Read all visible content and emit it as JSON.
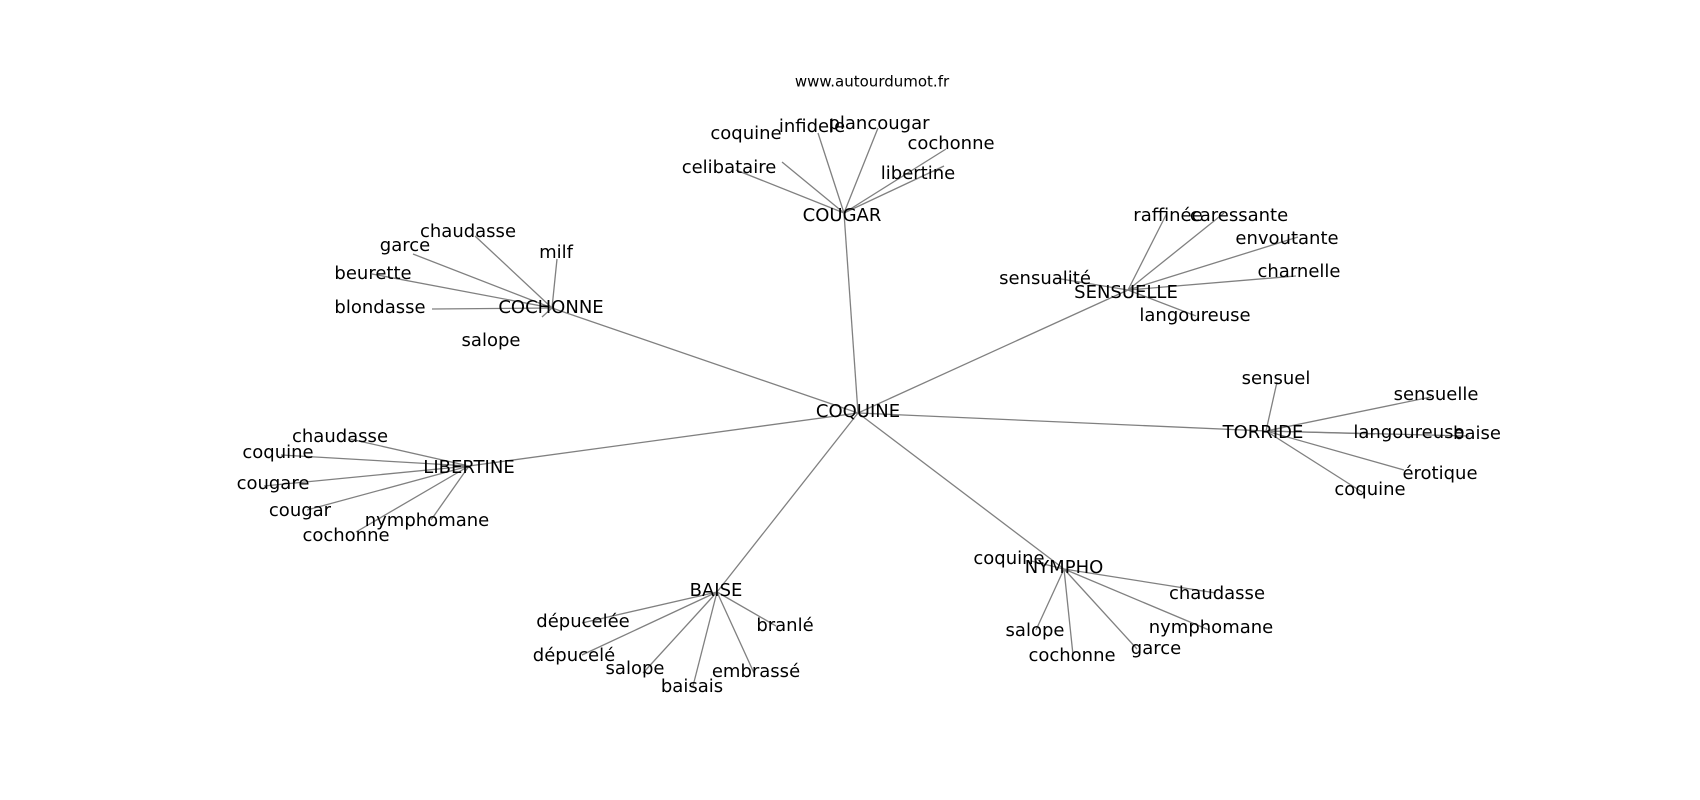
{
  "watermark": "www.autourdumot.fr",
  "colors": {
    "edge": "#808080",
    "text": "#000000",
    "background": "#ffffff"
  },
  "graph": {
    "root": "COQUINE",
    "clusters": [
      {
        "hub": "COUGAR",
        "leaves": [
          "coquine",
          "infidele",
          "plancougar",
          "cochonne",
          "celibataire",
          "libertine"
        ]
      },
      {
        "hub": "COCHONNE",
        "leaves": [
          "chaudasse",
          "garce",
          "milf",
          "beurette",
          "blondasse",
          "salope"
        ]
      },
      {
        "hub": "SENSUELLE",
        "leaves": [
          "raffinée",
          "caressante",
          "envoutante",
          "sensualité",
          "charnelle",
          "langoureuse"
        ]
      },
      {
        "hub": "TORRIDE",
        "leaves": [
          "sensuel",
          "sensuelle",
          "langoureuse",
          "baise",
          "érotique",
          "coquine"
        ]
      },
      {
        "hub": "LIBERTINE",
        "leaves": [
          "chaudasse",
          "coquine",
          "cougare",
          "cougar",
          "nymphomane",
          "cochonne"
        ]
      },
      {
        "hub": "BAISE",
        "leaves": [
          "dépucelée",
          "branlé",
          "dépucelé",
          "salope",
          "embrassé",
          "baisais"
        ]
      },
      {
        "hub": "NYMPHO",
        "leaves": [
          "coquine",
          "chaudasse",
          "salope",
          "nymphomane",
          "garce",
          "cochonne"
        ]
      }
    ]
  }
}
